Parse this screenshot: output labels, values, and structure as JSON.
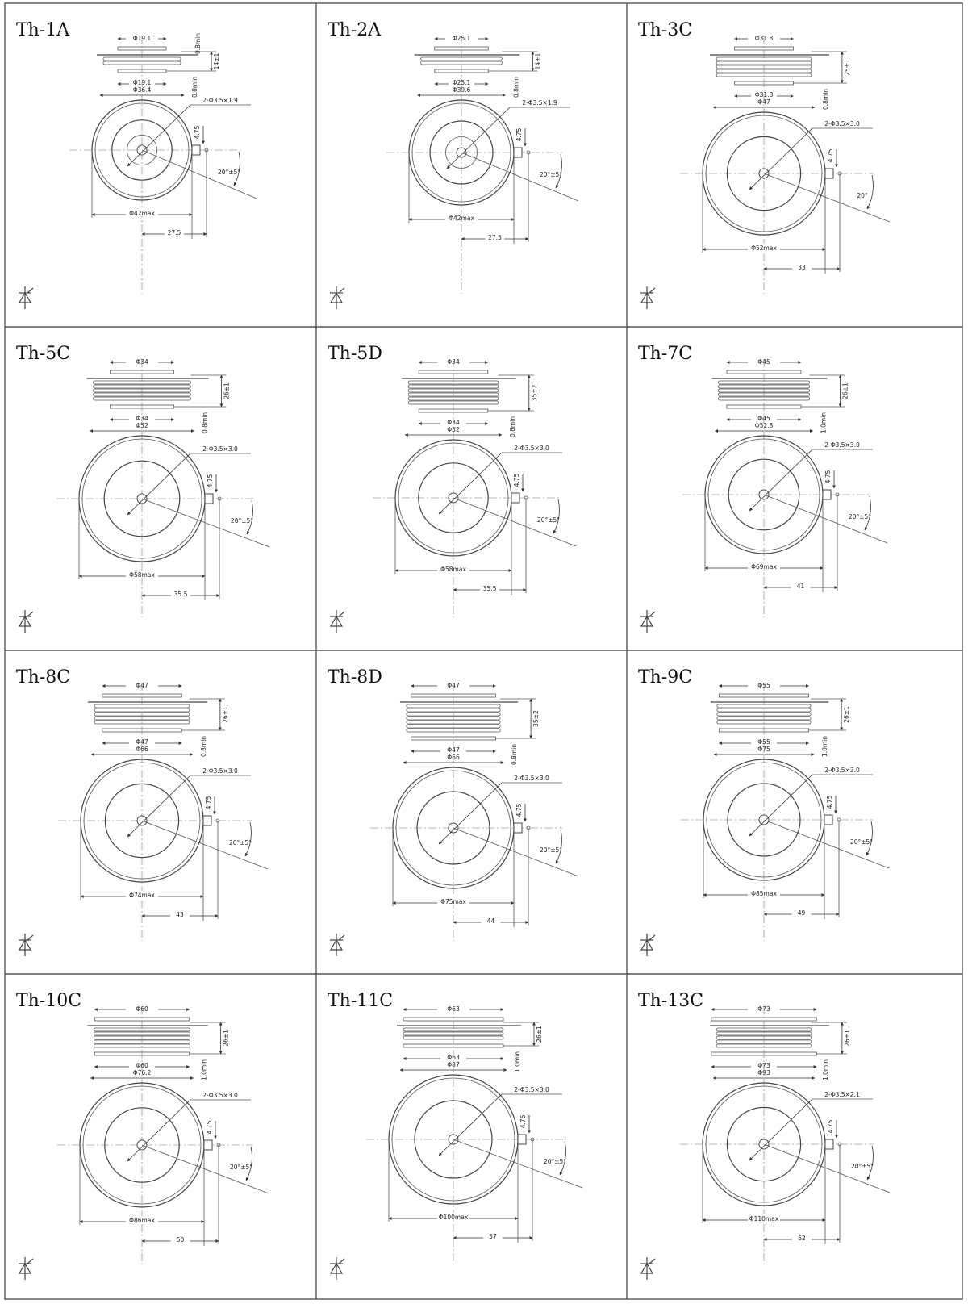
{
  "panels": [
    {
      "code": "Th-1A",
      "top_d": "Φ19.1",
      "top_gap": "0.8min",
      "height": "14±1",
      "bot_d": "Φ19.1",
      "bot_gap": "0.8min",
      "outer_d": "Φ36.4",
      "gate": "2-Φ3.5×1.9",
      "lug": "4.75",
      "angle": "20°±5°",
      "max_d": "Φ42max",
      "offset": "27.5"
    },
    {
      "code": "Th-2A",
      "top_d": "Φ25.1",
      "top_gap": "",
      "height": "14±1",
      "bot_d": "Φ25.1",
      "bot_gap": "0.8min",
      "outer_d": "Φ39.6",
      "gate": "2-Φ3.5×1.9",
      "lug": "4.75",
      "angle": "20°±5°",
      "max_d": "Φ42max",
      "offset": "27.5"
    },
    {
      "code": "Th-3C",
      "top_d": "Φ31.8",
      "top_gap": "",
      "height": "25±1",
      "bot_d": "Φ31.8",
      "bot_gap": "0.8min",
      "outer_d": "Φ47",
      "gate": "2-Φ3.5×3.0",
      "lug": "4.75",
      "angle": "20°",
      "max_d": "Φ52max",
      "offset": "33"
    },
    {
      "code": "Th-5C",
      "top_d": "Φ34",
      "top_gap": "",
      "height": "26±1",
      "bot_d": "Φ34",
      "bot_gap": "0.8min",
      "outer_d": "Φ52",
      "gate": "2-Φ3.5×3.0",
      "lug": "4.75",
      "angle": "20°±5°",
      "max_d": "Φ58max",
      "offset": "35.5"
    },
    {
      "code": "Th-5D",
      "top_d": "Φ34",
      "top_gap": "",
      "height": "35±2",
      "bot_d": "Φ34",
      "bot_gap": "0.8min",
      "outer_d": "Φ52",
      "gate": "2-Φ3.5×3.0",
      "lug": "4.75",
      "angle": "20°±5°",
      "max_d": "Φ58max",
      "offset": "35.5"
    },
    {
      "code": "Th-7C",
      "top_d": "Φ45",
      "top_gap": "",
      "height": "26±1",
      "bot_d": "Φ45",
      "bot_gap": "1.0min",
      "outer_d": "Φ52.8",
      "gate": "2-Φ3.5×3.0",
      "lug": "4.75",
      "angle": "20°±5°",
      "max_d": "Φ69max",
      "offset": "41"
    },
    {
      "code": "Th-8C",
      "top_d": "Φ47",
      "top_gap": "",
      "height": "26±1",
      "bot_d": "Φ47",
      "bot_gap": "0.8min",
      "outer_d": "Φ66",
      "gate": "2-Φ3.5×3.0",
      "lug": "4.75",
      "angle": "20°±5°",
      "max_d": "Φ74max",
      "offset": "43"
    },
    {
      "code": "Th-8D",
      "top_d": "Φ47",
      "top_gap": "",
      "height": "35±2",
      "bot_d": "Φ47",
      "bot_gap": "0.8min",
      "outer_d": "Φ66",
      "gate": "2-Φ3.5×3.0",
      "lug": "4.75",
      "angle": "20°±5°",
      "max_d": "Φ75max",
      "offset": "44"
    },
    {
      "code": "Th-9C",
      "top_d": "Φ55",
      "top_gap": "",
      "height": "26±1",
      "bot_d": "Φ55",
      "bot_gap": "1.0min",
      "outer_d": "Φ75",
      "gate": "2-Φ3.5×3.0",
      "lug": "4.75",
      "angle": "20°±5°",
      "max_d": "Φ85max",
      "offset": "49"
    },
    {
      "code": "Th-10C",
      "top_d": "Φ60",
      "top_gap": "",
      "height": "26±1",
      "bot_d": "Φ60",
      "bot_gap": "1.0min",
      "outer_d": "Φ76.2",
      "gate": "2-Φ3.5×3.0",
      "lug": "4.75",
      "angle": "20°±5°",
      "max_d": "Φ86max",
      "offset": "50"
    },
    {
      "code": "Th-11C",
      "top_d": "Φ63",
      "top_gap": "",
      "height": "26±1",
      "bot_d": "Φ63",
      "bot_gap": "1.0min",
      "outer_d": "Φ87",
      "gate": "2-Φ3.5×3.0",
      "lug": "4.75",
      "angle": "20°±5°",
      "max_d": "Φ100max",
      "offset": "57"
    },
    {
      "code": "Th-13C",
      "top_d": "Φ73",
      "top_gap": "",
      "height": "26±1",
      "bot_d": "Φ73",
      "bot_gap": "1.0min",
      "outer_d": "Φ93",
      "gate": "2-Φ3.5×2.1",
      "lug": "4.75",
      "angle": "20°±5°",
      "max_d": "Φ110max",
      "offset": "62"
    }
  ],
  "symbol_icon": "thyristor-symbol-icon"
}
